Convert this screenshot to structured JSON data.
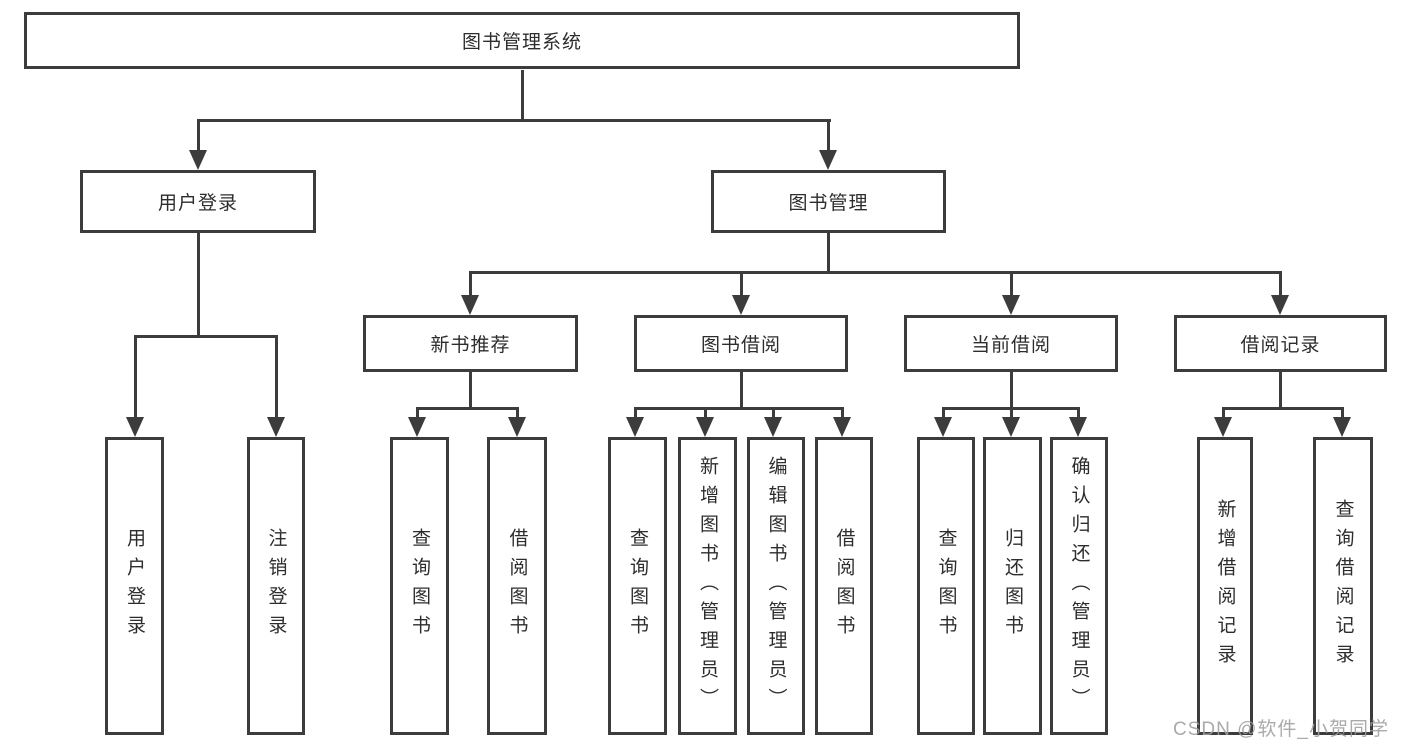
{
  "colors": {
    "line": "#3c3c3c",
    "text": "#2d2d2d",
    "background": "#ffffff",
    "watermark": "#9e9e9e"
  },
  "watermark": {
    "text": "CSDN @软件_小贺同学"
  },
  "diagram": {
    "type": "hierarchy",
    "root": {
      "label": "图书管理系统"
    },
    "branches": [
      {
        "label": "用户登录",
        "leaves": [
          {
            "label": "用户登录"
          },
          {
            "label": "注销登录"
          }
        ]
      },
      {
        "label": "图书管理",
        "children": [
          {
            "label": "新书推荐",
            "leaves": [
              {
                "label": "查询图书"
              },
              {
                "label": "借阅图书"
              }
            ]
          },
          {
            "label": "图书借阅",
            "leaves": [
              {
                "label": "查询图书"
              },
              {
                "label": "新增图书（管理员）"
              },
              {
                "label": "编辑图书（管理员）"
              },
              {
                "label": "借阅图书"
              }
            ]
          },
          {
            "label": "当前借阅",
            "leaves": [
              {
                "label": "查询图书"
              },
              {
                "label": "归还图书"
              },
              {
                "label": "确认归还（管理员）"
              }
            ]
          },
          {
            "label": "借阅记录",
            "leaves": [
              {
                "label": "新增借阅记录"
              },
              {
                "label": "查询借阅记录"
              }
            ]
          }
        ]
      }
    ]
  }
}
